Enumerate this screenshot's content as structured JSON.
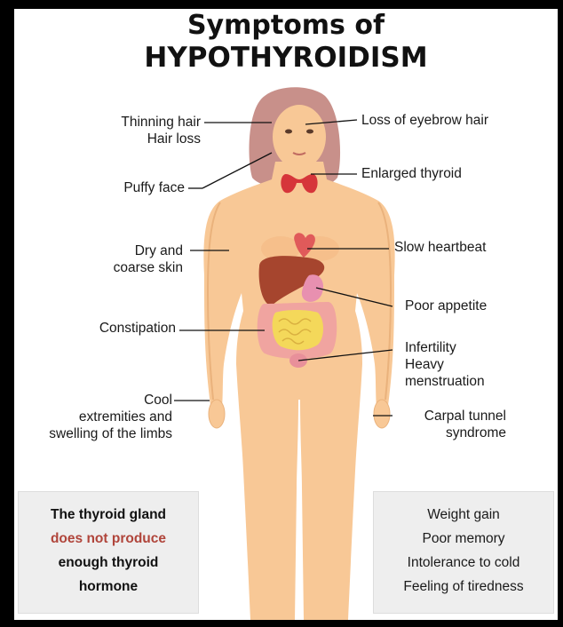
{
  "title": {
    "line1": "Symptoms of",
    "line2": "HYPOTHYROIDISM"
  },
  "labels_left": {
    "thinning_hair": [
      "Thinning hair",
      "Hair loss"
    ],
    "puffy_face": [
      "Puffy face"
    ],
    "dry_skin": [
      "Dry and",
      "coarse skin"
    ],
    "constipation": [
      "Constipation"
    ],
    "cool_extremities": [
      "Cool",
      "extremities and",
      "swelling of the limbs"
    ]
  },
  "labels_right": {
    "eyebrow": [
      "Loss of eyebrow hair"
    ],
    "thyroid": [
      "Enlarged thyroid"
    ],
    "heartbeat": [
      "Slow heartbeat"
    ],
    "appetite": [
      "Poor appetite"
    ],
    "infertility": [
      "Infertility",
      "Heavy",
      "menstruation"
    ],
    "carpal": [
      "Carpal tunnel",
      "syndrome"
    ]
  },
  "box_left": {
    "lines": [
      "The thyroid gland",
      "does not produce",
      "enough thyroid",
      "hormone"
    ]
  },
  "box_right": {
    "lines": [
      "Weight gain",
      "Poor memory",
      "Intolerance to cold",
      "Feeling of tiredness"
    ]
  },
  "colors": {
    "skin": "#f8c896",
    "skin_shadow": "#eab27c",
    "hair": "#c8908a",
    "accent_text": "#b0453b",
    "liver": "#a6452e",
    "intestine": "#f0a4a0",
    "intestine_inner": "#f4d85a",
    "thyroid": "#d6353a"
  }
}
